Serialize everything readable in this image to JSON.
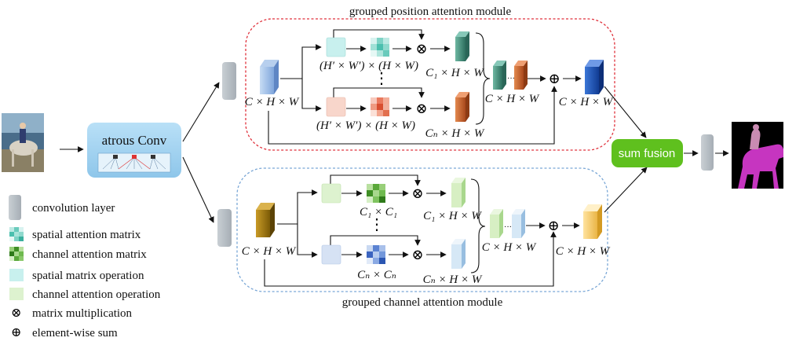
{
  "modules": {
    "position_title": "grouped position attention module",
    "channel_title": "grouped channel attention module"
  },
  "blocks": {
    "atrous": "atrous Conv",
    "sum_fusion": "sum fusion"
  },
  "dims": {
    "chw": "C × H × W",
    "pos_matrix_top": "(H′ × W′) × (H × W)",
    "pos_matrix_bottom": "(H′ × W′) × (H × W)",
    "c1hw": "C₁ × H × W",
    "cnhw": "Cₙ × H × W",
    "c1c1": "C₁ × C₁",
    "cncn": "Cₙ × Cₙ"
  },
  "legend": {
    "conv": "convolution layer",
    "spatial_matrix": "spatial attention matrix",
    "channel_matrix": "channel attention matrix",
    "spatial_op": "spatial matrix operation",
    "channel_op": "channel attention operation",
    "mat_mul": "matrix multiplication",
    "elem_sum": "element-wise sum"
  },
  "symbols": {
    "otimes": "⊗",
    "oplus": "⊕",
    "vdots": "⋮",
    "hdots": "···"
  },
  "colors": {
    "position_border": "#e0323c",
    "channel_border": "#7aa7d6",
    "gray_block": "#b7bec4",
    "atrous_bg": "#9fd0ee",
    "fusion": "#5fc01e",
    "blue_feat": "#8fb6e6",
    "teal_feat": "#3f8f7e",
    "orange_feat": "#c8612a",
    "olive_feat": "#a07a10",
    "dark_blue_feat": "#1c52b8",
    "light_blue_feat": "#cfe3f4",
    "light_green_feat": "#d7efc3",
    "yellow_feat": "#f3c766",
    "spatial_op": "#c8f0ee",
    "pink_op": "#f8d6cb",
    "channel_op": "#ddf2cf",
    "bluish_op": "#d6e2f4",
    "horse_seg": "#c635c0"
  },
  "icons": {
    "input_photo": "photo-icon",
    "output_seg": "segmentation-mask-icon"
  }
}
